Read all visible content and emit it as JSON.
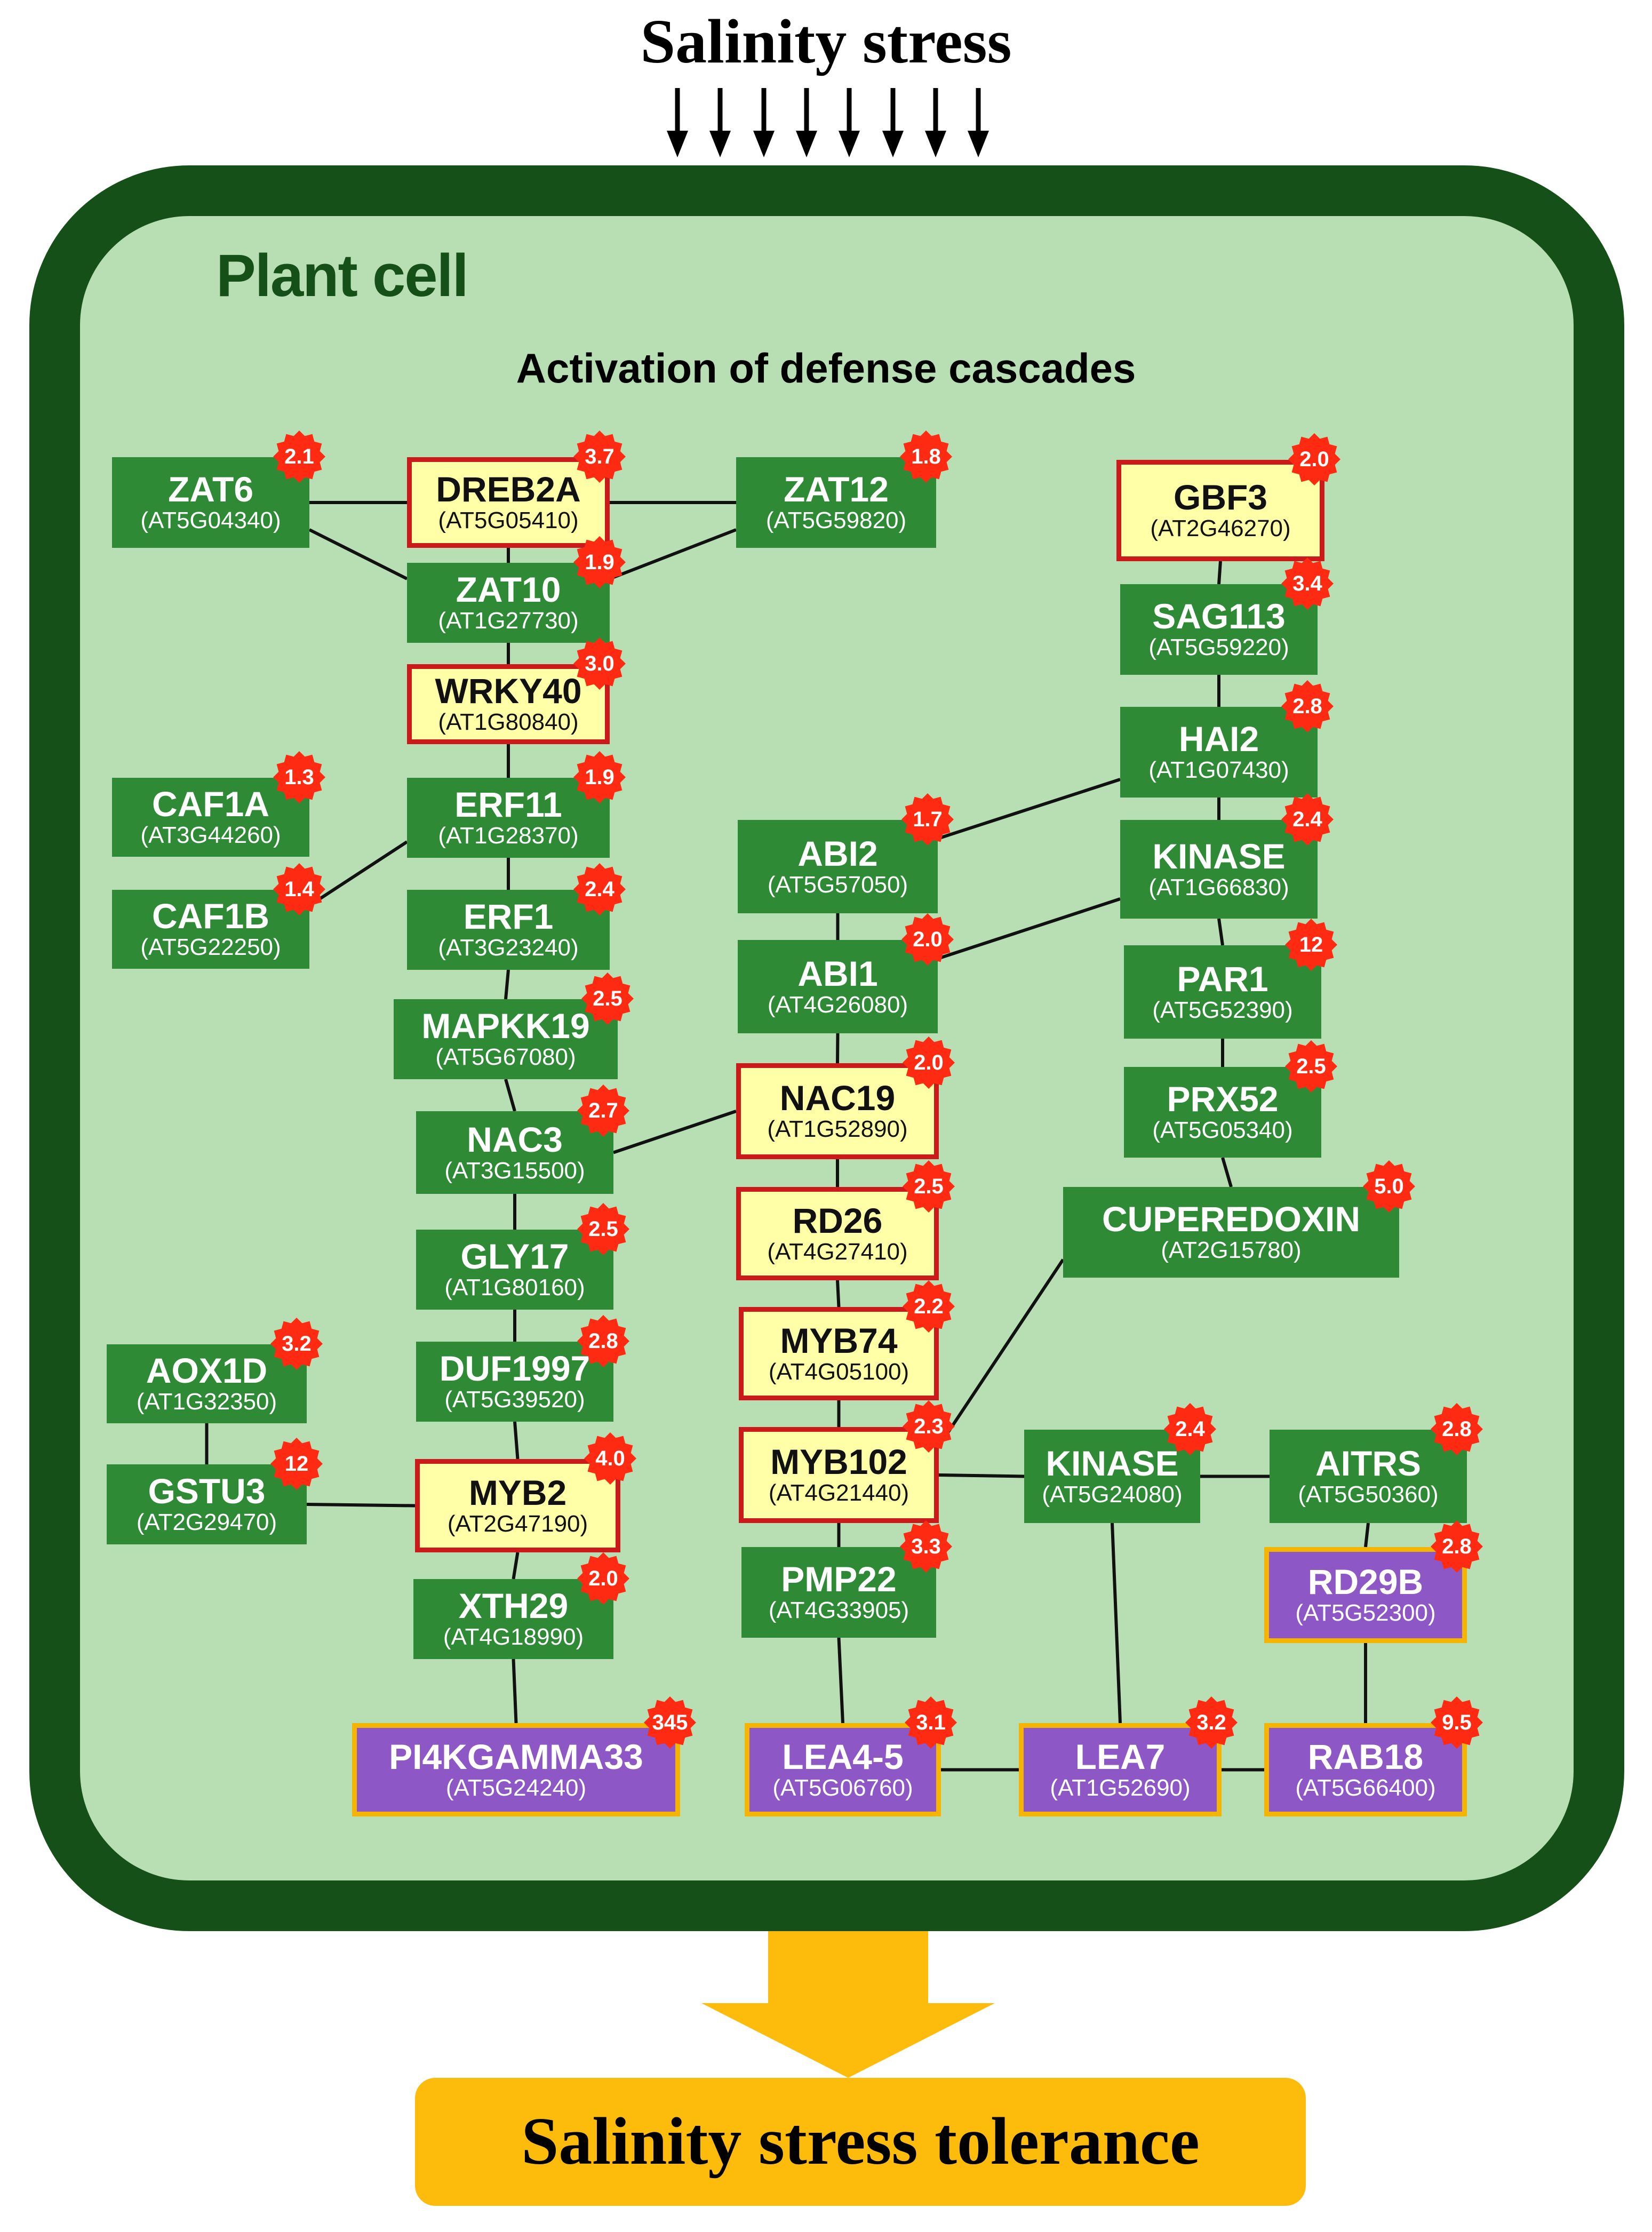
{
  "header": {
    "title": "Salinity stress"
  },
  "cell": {
    "label": "Plant cell",
    "cascade_title": "Activation of defense cascades"
  },
  "footer": {
    "result": "Salinity stress tolerance"
  },
  "colors": {
    "cell_border": "#145018",
    "cell_fill": "#b7dfb3",
    "gene": "#2e8a35",
    "highlight_fill": "#ffffa8",
    "highlight_border": "#cc1a1a",
    "purple_fill": "#8e57c6",
    "purple_border": "#f4b400",
    "badge": "#ff2a12",
    "result_arrow": "#fdbb0b"
  },
  "legend_styles": {
    "g": "green gene node",
    "y": "yellow node with red border",
    "p": "purple node with orange border"
  },
  "genes": [
    {
      "id": "zat6",
      "name": "ZAT6",
      "locus": "(AT5G04340)",
      "value": "2.1",
      "style": "g"
    },
    {
      "id": "dreb2a",
      "name": "DREB2A",
      "locus": "(AT5G05410)",
      "value": "3.7",
      "style": "y"
    },
    {
      "id": "zat12",
      "name": "ZAT12",
      "locus": "(AT5G59820)",
      "value": "1.8",
      "style": "g"
    },
    {
      "id": "zat10",
      "name": "ZAT10",
      "locus": "(AT1G27730)",
      "value": "1.9",
      "style": "g"
    },
    {
      "id": "wrky40",
      "name": "WRKY40",
      "locus": "(AT1G80840)",
      "value": "3.0",
      "style": "y"
    },
    {
      "id": "caf1a",
      "name": "CAF1A",
      "locus": "(AT3G44260)",
      "value": "1.3",
      "style": "g"
    },
    {
      "id": "erf11",
      "name": "ERF11",
      "locus": "(AT1G28370)",
      "value": "1.9",
      "style": "g"
    },
    {
      "id": "caf1b",
      "name": "CAF1B",
      "locus": "(AT5G22250)",
      "value": "1.4",
      "style": "g"
    },
    {
      "id": "erf1",
      "name": "ERF1",
      "locus": "(AT3G23240)",
      "value": "2.4",
      "style": "g"
    },
    {
      "id": "mapkk19",
      "name": "MAPKK19",
      "locus": "(AT5G67080)",
      "value": "2.5",
      "style": "g"
    },
    {
      "id": "nac3",
      "name": "NAC3",
      "locus": "(AT3G15500)",
      "value": "2.7",
      "style": "g"
    },
    {
      "id": "gly17",
      "name": "GLY17",
      "locus": "(AT1G80160)",
      "value": "2.5",
      "style": "g"
    },
    {
      "id": "duf1997",
      "name": "DUF1997",
      "locus": "(AT5G39520)",
      "value": "2.8",
      "style": "g"
    },
    {
      "id": "aox1d",
      "name": "AOX1D",
      "locus": "(AT1G32350)",
      "value": "3.2",
      "style": "g"
    },
    {
      "id": "gstu3",
      "name": "GSTU3",
      "locus": "(AT2G29470)",
      "value": "12",
      "style": "g"
    },
    {
      "id": "myb2",
      "name": "MYB2",
      "locus": "(AT2G47190)",
      "value": "4.0",
      "style": "y"
    },
    {
      "id": "xth29",
      "name": "XTH29",
      "locus": "(AT4G18990)",
      "value": "2.0",
      "style": "g"
    },
    {
      "id": "pi4k",
      "name": "PI4KGAMMA33",
      "locus": "(AT5G24240)",
      "value": "345",
      "style": "p"
    },
    {
      "id": "abi2",
      "name": "ABI2",
      "locus": "(AT5G57050)",
      "value": "1.7",
      "style": "g"
    },
    {
      "id": "abi1",
      "name": "ABI1",
      "locus": "(AT4G26080)",
      "value": "2.0",
      "style": "g"
    },
    {
      "id": "nac19",
      "name": "NAC19",
      "locus": "(AT1G52890)",
      "value": "2.0",
      "style": "y"
    },
    {
      "id": "rd26",
      "name": "RD26",
      "locus": "(AT4G27410)",
      "value": "2.5",
      "style": "y"
    },
    {
      "id": "myb74",
      "name": "MYB74",
      "locus": "(AT4G05100)",
      "value": "2.2",
      "style": "y"
    },
    {
      "id": "myb102",
      "name": "MYB102",
      "locus": "(AT4G21440)",
      "value": "2.3",
      "style": "y"
    },
    {
      "id": "pmp22",
      "name": "PMP22",
      "locus": "(AT4G33905)",
      "value": "3.3",
      "style": "g"
    },
    {
      "id": "lea45",
      "name": "LEA4-5",
      "locus": "(AT5G06760)",
      "value": "3.1",
      "style": "p"
    },
    {
      "id": "gbf3",
      "name": "GBF3",
      "locus": "(AT2G46270)",
      "value": "2.0",
      "style": "y"
    },
    {
      "id": "sag113",
      "name": "SAG113",
      "locus": "(AT5G59220)",
      "value": "3.4",
      "style": "g"
    },
    {
      "id": "hai2",
      "name": "HAI2",
      "locus": "(AT1G07430)",
      "value": "2.8",
      "style": "g"
    },
    {
      "id": "kinase1",
      "name": "KINASE",
      "locus": "(AT1G66830)",
      "value": "2.4",
      "style": "g"
    },
    {
      "id": "par1",
      "name": "PAR1",
      "locus": "(AT5G52390)",
      "value": "12",
      "style": "g"
    },
    {
      "id": "prx52",
      "name": "PRX52",
      "locus": "(AT5G05340)",
      "value": "2.5",
      "style": "g"
    },
    {
      "id": "cupredoxin",
      "name": "CUPEREDOXIN",
      "locus": "(AT2G15780)",
      "value": "5.0",
      "style": "g"
    },
    {
      "id": "kinase2",
      "name": "KINASE",
      "locus": "(AT5G24080)",
      "value": "2.4",
      "style": "g"
    },
    {
      "id": "aitrs",
      "name": "AITRS",
      "locus": "(AT5G50360)",
      "value": "2.8",
      "style": "g"
    },
    {
      "id": "rd29b",
      "name": "RD29B",
      "locus": "(AT5G52300)",
      "value": "2.8",
      "style": "p"
    },
    {
      "id": "lea7",
      "name": "LEA7",
      "locus": "(AT1G52690)",
      "value": "3.2",
      "style": "p"
    },
    {
      "id": "rab18",
      "name": "RAB18",
      "locus": "(AT5G66400)",
      "value": "9.5",
      "style": "p"
    }
  ],
  "edges": [
    [
      "zat6",
      "dreb2a"
    ],
    [
      "dreb2a",
      "zat12"
    ],
    [
      "zat6",
      "zat10"
    ],
    [
      "zat12",
      "zat10"
    ],
    [
      "dreb2a",
      "zat10"
    ],
    [
      "zat10",
      "wrky40"
    ],
    [
      "wrky40",
      "erf11"
    ],
    [
      "erf11",
      "caf1b"
    ],
    [
      "erf11",
      "erf1"
    ],
    [
      "erf1",
      "mapkk19"
    ],
    [
      "mapkk19",
      "nac3"
    ],
    [
      "nac3",
      "gly17"
    ],
    [
      "gly17",
      "duf1997"
    ],
    [
      "duf1997",
      "myb2"
    ],
    [
      "aox1d",
      "gstu3"
    ],
    [
      "gstu3",
      "myb2"
    ],
    [
      "myb2",
      "xth29"
    ],
    [
      "xth29",
      "pi4k"
    ],
    [
      "nac3",
      "nac19"
    ],
    [
      "abi2",
      "abi1"
    ],
    [
      "abi1",
      "nac19"
    ],
    [
      "hai2",
      "abi2"
    ],
    [
      "kinase1",
      "abi1"
    ],
    [
      "nac19",
      "rd26"
    ],
    [
      "rd26",
      "myb74"
    ],
    [
      "myb74",
      "myb102"
    ],
    [
      "myb102",
      "pmp22"
    ],
    [
      "pmp22",
      "lea45"
    ],
    [
      "gbf3",
      "sag113"
    ],
    [
      "sag113",
      "hai2"
    ],
    [
      "hai2",
      "kinase1"
    ],
    [
      "kinase1",
      "par1"
    ],
    [
      "par1",
      "prx52"
    ],
    [
      "prx52",
      "cupredoxin"
    ],
    [
      "cupredoxin",
      "myb102"
    ],
    [
      "myb102",
      "kinase2"
    ],
    [
      "kinase2",
      "aitrs"
    ],
    [
      "kinase2",
      "lea7"
    ],
    [
      "aitrs",
      "rd29b"
    ],
    [
      "rd29b",
      "rab18"
    ],
    [
      "lea45",
      "lea7"
    ],
    [
      "lea7",
      "rab18"
    ]
  ]
}
